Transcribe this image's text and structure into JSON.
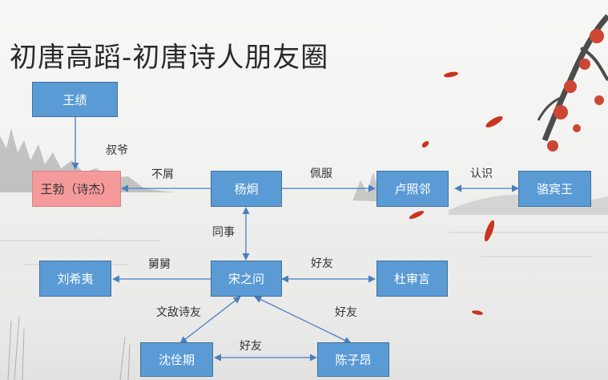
{
  "title": "初唐高蹈-初唐诗人朋友圈",
  "colors": {
    "node_fill": "#5b9bd5",
    "node_highlight_fill": "#f59a9a",
    "edge_color": "#4a7ebf"
  },
  "nodes": {
    "wangji": "王绩",
    "wangbo": "王勃（诗杰）",
    "yangjiong": "杨炯",
    "luzhaolin": "卢照邻",
    "luobinwang": "骆宾王",
    "liuxiyi": "刘希夷",
    "songzhiwen": "宋之问",
    "dushenyan": "杜审言",
    "shenquanqi": "沈佺期",
    "chenziang": "陈子昂"
  },
  "edge_labels": {
    "shuye": "叔爷",
    "buxie": "不屑",
    "peifu": "佩服",
    "renshi": "认识",
    "tongshi": "同事",
    "jiujiu": "舅舅",
    "haoyou_du": "好友",
    "wendi": "文敌诗友",
    "haoyou_chen": "好友",
    "haoyou_shen_chen": "好友"
  }
}
